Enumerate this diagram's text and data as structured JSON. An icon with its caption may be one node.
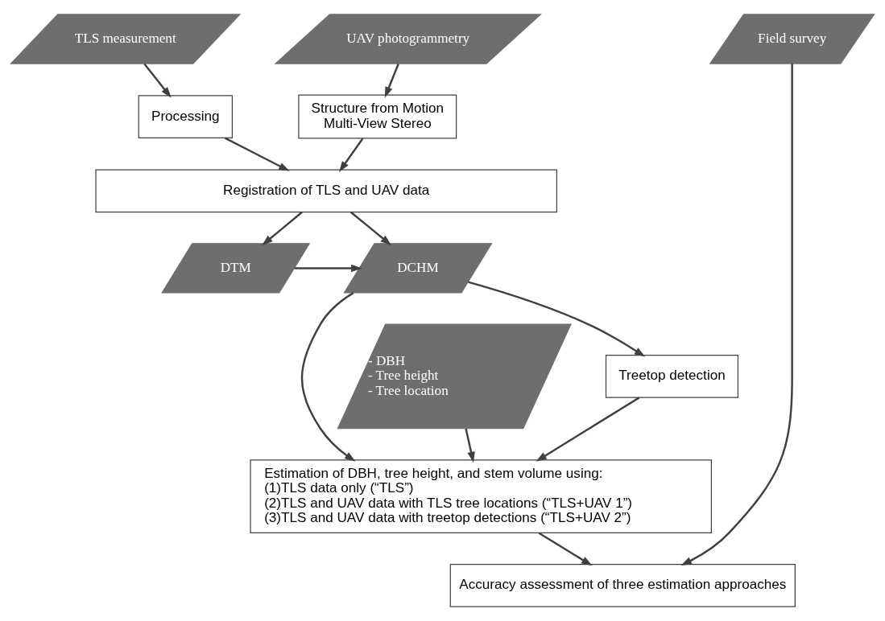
{
  "diagram": {
    "nodes": [
      {
        "text": [
          "TLS measurement"
        ]
      },
      {
        "text": [
          "UAV photogrammetry"
        ]
      },
      {
        "text": [
          "Field survey"
        ]
      },
      {
        "text": [
          "Processing"
        ]
      },
      {
        "text": [
          "Structure from Motion",
          "Multi-View Stereo"
        ]
      },
      {
        "text": [
          "Registration of TLS and UAV data"
        ]
      },
      {
        "text": [
          "DTM"
        ]
      },
      {
        "text": [
          "DCHM"
        ]
      },
      {
        "text": [
          "- DBH",
          "- Tree height",
          "- Tree location"
        ]
      },
      {
        "text": [
          "Treetop detection"
        ]
      },
      {
        "text": [
          "Estimation of DBH, tree height, and stem volume using:",
          "(1)TLS data only (“TLS”)",
          "(2)TLS and UAV data with TLS tree locations (“TLS+UAV 1”)",
          "(3)TLS and UAV data with treetop detections (“TLS+UAV 2”)"
        ]
      },
      {
        "text": [
          "Accuracy assessment of three estimation approaches"
        ]
      }
    ],
    "edges": [
      {
        "from": 0,
        "to": 3,
        "arrow": "to"
      },
      {
        "from": 1,
        "to": 4,
        "arrow": "to"
      },
      {
        "from": 3,
        "to": 5,
        "arrow": "to"
      },
      {
        "from": 4,
        "to": 5,
        "arrow": "to"
      },
      {
        "from": 5,
        "to": 6,
        "arrow": "to"
      },
      {
        "from": 5,
        "to": 7,
        "arrow": "to"
      },
      {
        "from": 6,
        "to": 7,
        "arrow": "to"
      },
      {
        "from": 7,
        "to": 9,
        "arrow": "to"
      },
      {
        "from": 8,
        "to": 10,
        "arrow": "to"
      },
      {
        "from": 9,
        "to": 10,
        "arrow": "to"
      },
      {
        "from": 7,
        "to": 10,
        "arrow": "to"
      },
      {
        "from": 10,
        "to": 11,
        "arrow": "to"
      },
      {
        "from": 2,
        "to": 11,
        "arrow": "to"
      }
    ]
  }
}
